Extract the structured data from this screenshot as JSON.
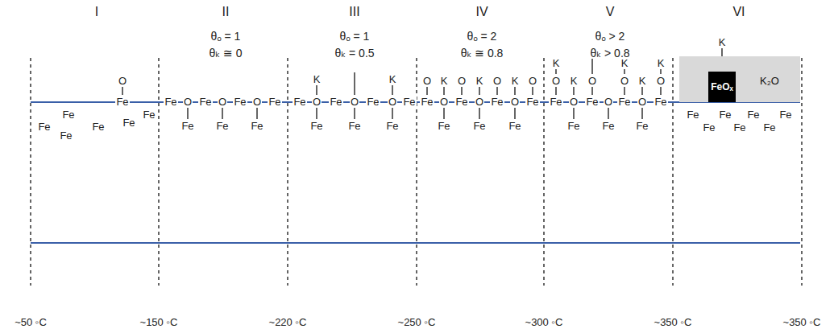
{
  "diagram": {
    "nodes": [
      {
        "text": [
          "K₂O"
        ]
      },
      {
        "text": [
          "FeOₓ"
        ],
        "in": 0
      }
    ],
    "labels": [
      "I",
      "II",
      "III",
      "IV",
      "V",
      "VI",
      "θₒ = 1",
      "θₖ ≅ 0",
      "θₒ = 1",
      "θₖ = 0.5",
      "θₒ = 2",
      "θₖ ≅ 0.8",
      "θₒ > 2",
      "θₖ > 0.8",
      "O",
      "Fe",
      "Fe",
      "Fe",
      "Fe",
      "Fe",
      "Fe",
      "Fe",
      "Fe",
      "O",
      "Fe",
      "O",
      "Fe",
      "O",
      "Fe",
      "Fe",
      "Fe",
      "Fe",
      "K",
      "K",
      "Fe",
      "O",
      "Fe",
      "O",
      "Fe",
      "O",
      "Fe",
      "Fe",
      "Fe",
      "Fe",
      "O",
      "K",
      "O",
      "K",
      "O",
      "K",
      "O",
      "Fe",
      "O",
      "Fe",
      "O",
      "Fe",
      "O",
      "Fe",
      "Fe",
      "Fe",
      "Fe",
      "K",
      "K",
      "K",
      "O",
      "K",
      "O",
      "O",
      "K",
      "O",
      "Fe",
      "O",
      "Fe",
      "O",
      "Fe",
      "O",
      "Fe",
      "Fe",
      "Fe",
      "Fe",
      "K",
      "Fe",
      "Fe",
      "Fe",
      "Fe",
      "Fe",
      "Fe",
      "Fe",
      "~50 ◦C",
      "~150 ◦C",
      "~220 ◦C",
      "~250 ◦C",
      "~300 ◦C",
      "~350 ◦C",
      "~350 ◦C"
    ]
  }
}
